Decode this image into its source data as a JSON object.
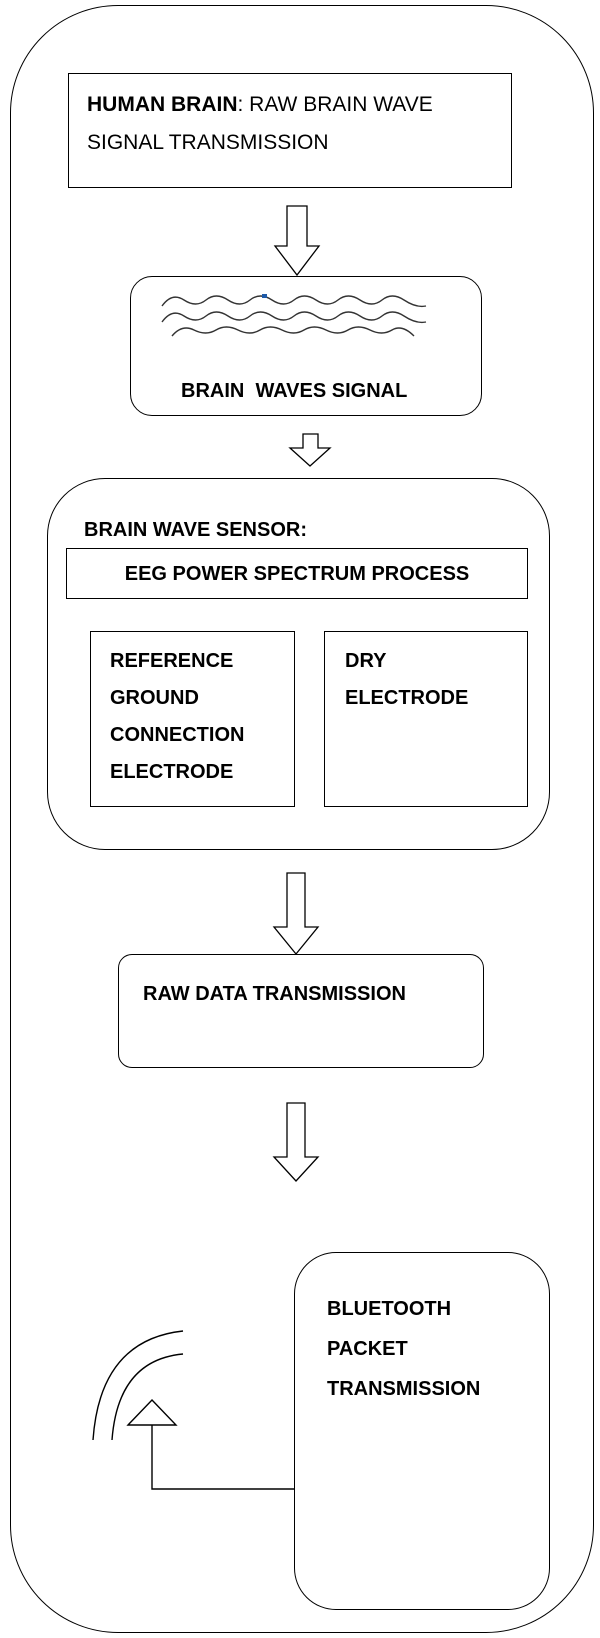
{
  "human_brain": {
    "label_bold": "HUMAN BRAIN",
    "label_rest": ": RAW BRAIN WAVE SIGNAL TRANSMISSION"
  },
  "brain_waves": {
    "label": "BRAIN  WAVES SIGNAL"
  },
  "sensor": {
    "title": "BRAIN WAVE SENSOR:",
    "process_label": "EEG POWER SPECTRUM PROCESS",
    "reference_lines": [
      "REFERENCE",
      "GROUND",
      "CONNECTION",
      "ELECTRODE"
    ],
    "dry_lines": [
      "DRY",
      "ELECTRODE"
    ]
  },
  "raw_data": {
    "label": "RAW DATA TRANSMISSION"
  },
  "bluetooth": {
    "lines": [
      "BLUETOOTH",
      "PACKET",
      "TRANSMISSION"
    ]
  }
}
